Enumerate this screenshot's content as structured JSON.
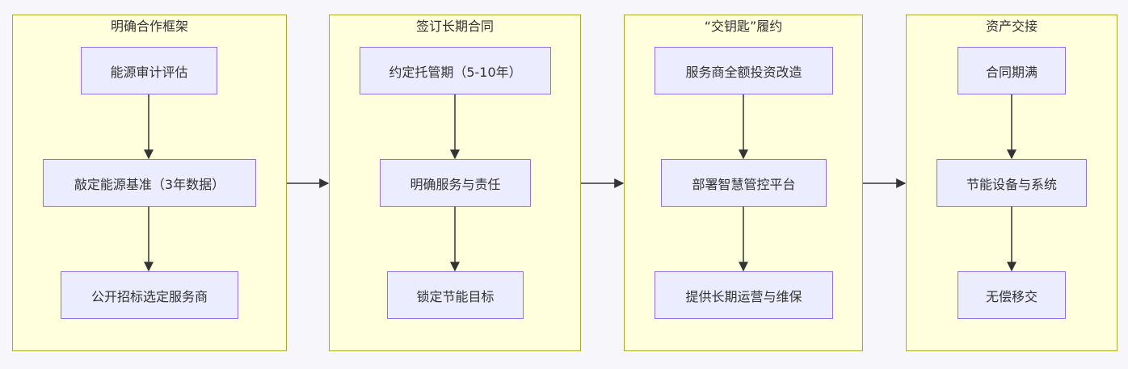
{
  "diagram": {
    "groups": [
      {
        "title": "明确合作框架",
        "nodes": [
          "能源审计评估",
          "敲定能源基准（3年数据）",
          "公开招标选定服务商"
        ]
      },
      {
        "title": "签订长期合同",
        "nodes": [
          "约定托管期（5-10年）",
          "明确服务与责任",
          "锁定节能目标"
        ]
      },
      {
        "title": "“交钥匙”履约",
        "nodes": [
          "服务商全额投资改造",
          "部署智慧管控平台",
          "提供长期运营与维保"
        ]
      },
      {
        "title": "资产交接",
        "nodes": [
          "合同期满",
          "节能设备与系统",
          "无偿移交"
        ]
      }
    ],
    "colors": {
      "group_fill": "#ffffde",
      "group_border": "#aaaa33",
      "node_fill": "#ececff",
      "node_border": "#9370db",
      "edge": "#333333",
      "background": "#f7f7fb"
    }
  }
}
